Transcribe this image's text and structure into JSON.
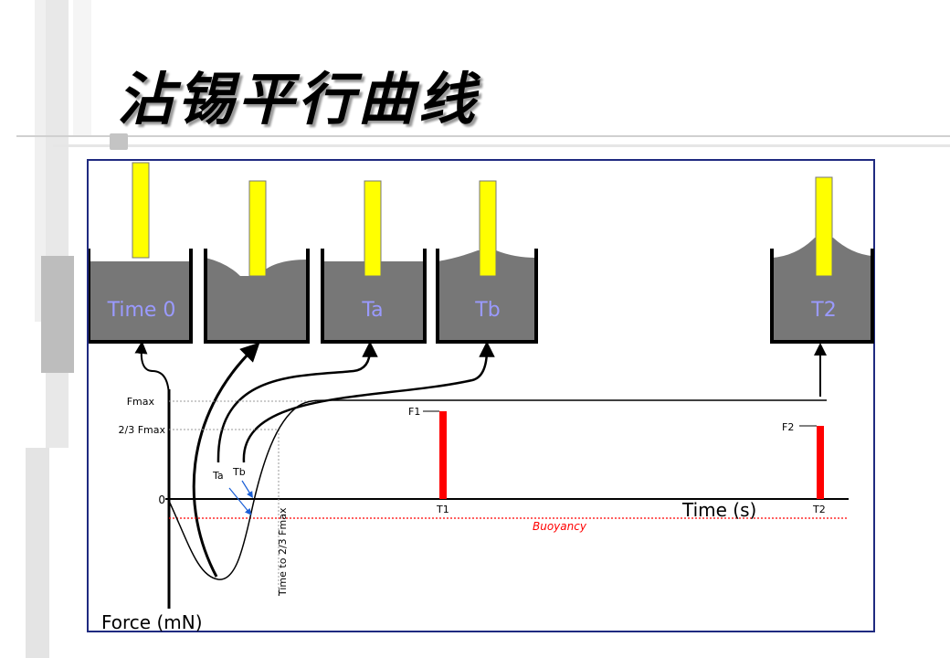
{
  "title": "沾锡平行曲线",
  "beakers": [
    {
      "label": "Time 0"
    },
    {
      "label": ""
    },
    {
      "label": "Ta"
    },
    {
      "label": "Tb"
    },
    {
      "label": "T2"
    }
  ],
  "axes": {
    "y_label": "Force (mN)",
    "x_label": "Time (s)",
    "y_ticks": [
      "Fmax",
      "2/3 Fmax",
      "0"
    ]
  },
  "annotations": {
    "f1": "F1",
    "f2": "F2",
    "t1": "T1",
    "t2": "T2",
    "ta": "Ta",
    "tb": "Tb",
    "buoyancy": "Buoyancy",
    "time_to_two_thirds": "Time to 2/3 Fmax"
  },
  "colors": {
    "solder": "#777777",
    "specimen": "#ffff00",
    "force_bar": "#ff0000",
    "beaker_label": "#9a9aff",
    "buoyancy": "#ff0000",
    "frame": "#1f2a80"
  }
}
